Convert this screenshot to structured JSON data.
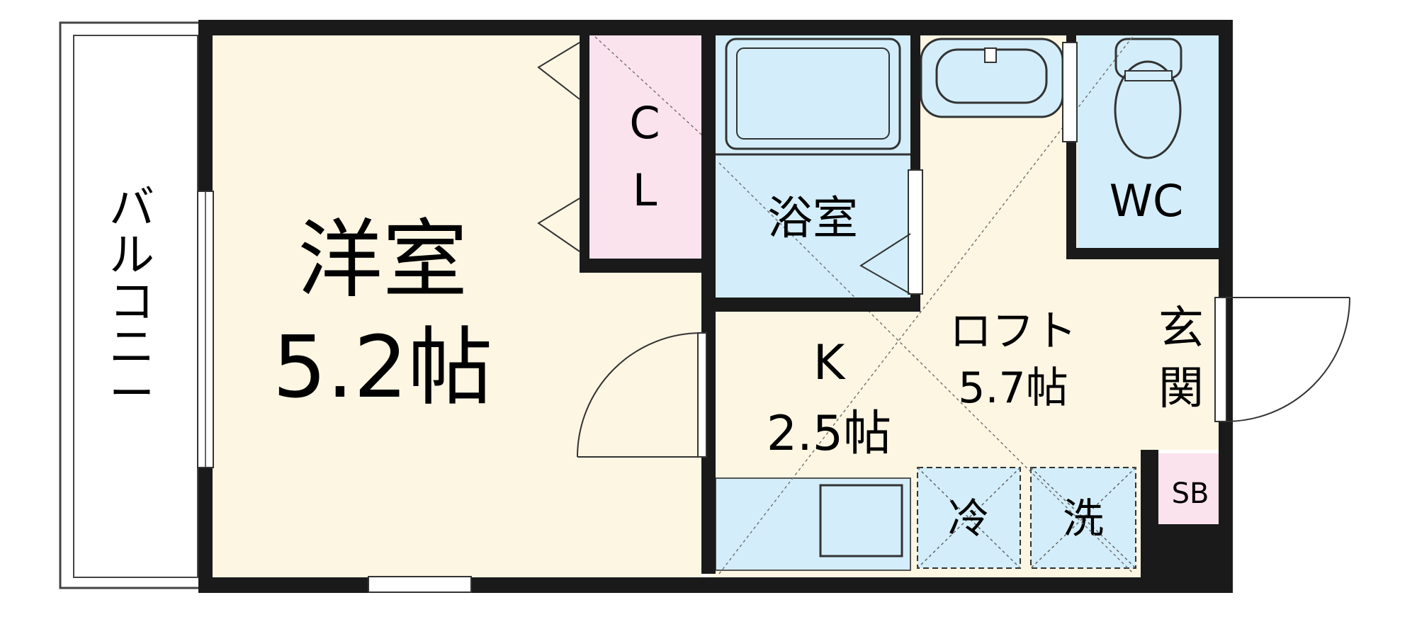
{
  "rooms": {
    "western_room": {
      "name": "洋室",
      "size": "5.2帖"
    },
    "closet": {
      "line1": "C",
      "line2": "L"
    },
    "bath": {
      "name": "浴室"
    },
    "toilet": {
      "name": "WC"
    },
    "kitchen": {
      "name": "K",
      "size": "2.5帖"
    },
    "loft": {
      "name": "ロフト",
      "size": "5.7帖"
    },
    "entrance": {
      "line1": "玄",
      "line2": "関"
    },
    "shoe_box": {
      "name": "SB"
    },
    "balcony": {
      "line1": "バ",
      "line2": "ル",
      "line3": "コ",
      "line4": "ニ",
      "line5": "ー"
    },
    "fridge_space": {
      "name": "冷"
    },
    "washer_space": {
      "name": "洗"
    }
  },
  "colors": {
    "western_room_fill": "#fdf6e3",
    "closet_fill": "#fbe3ee",
    "wet_area_fill": "#d3eefa",
    "wall": "#1a1a1a",
    "background": "#ffffff"
  }
}
